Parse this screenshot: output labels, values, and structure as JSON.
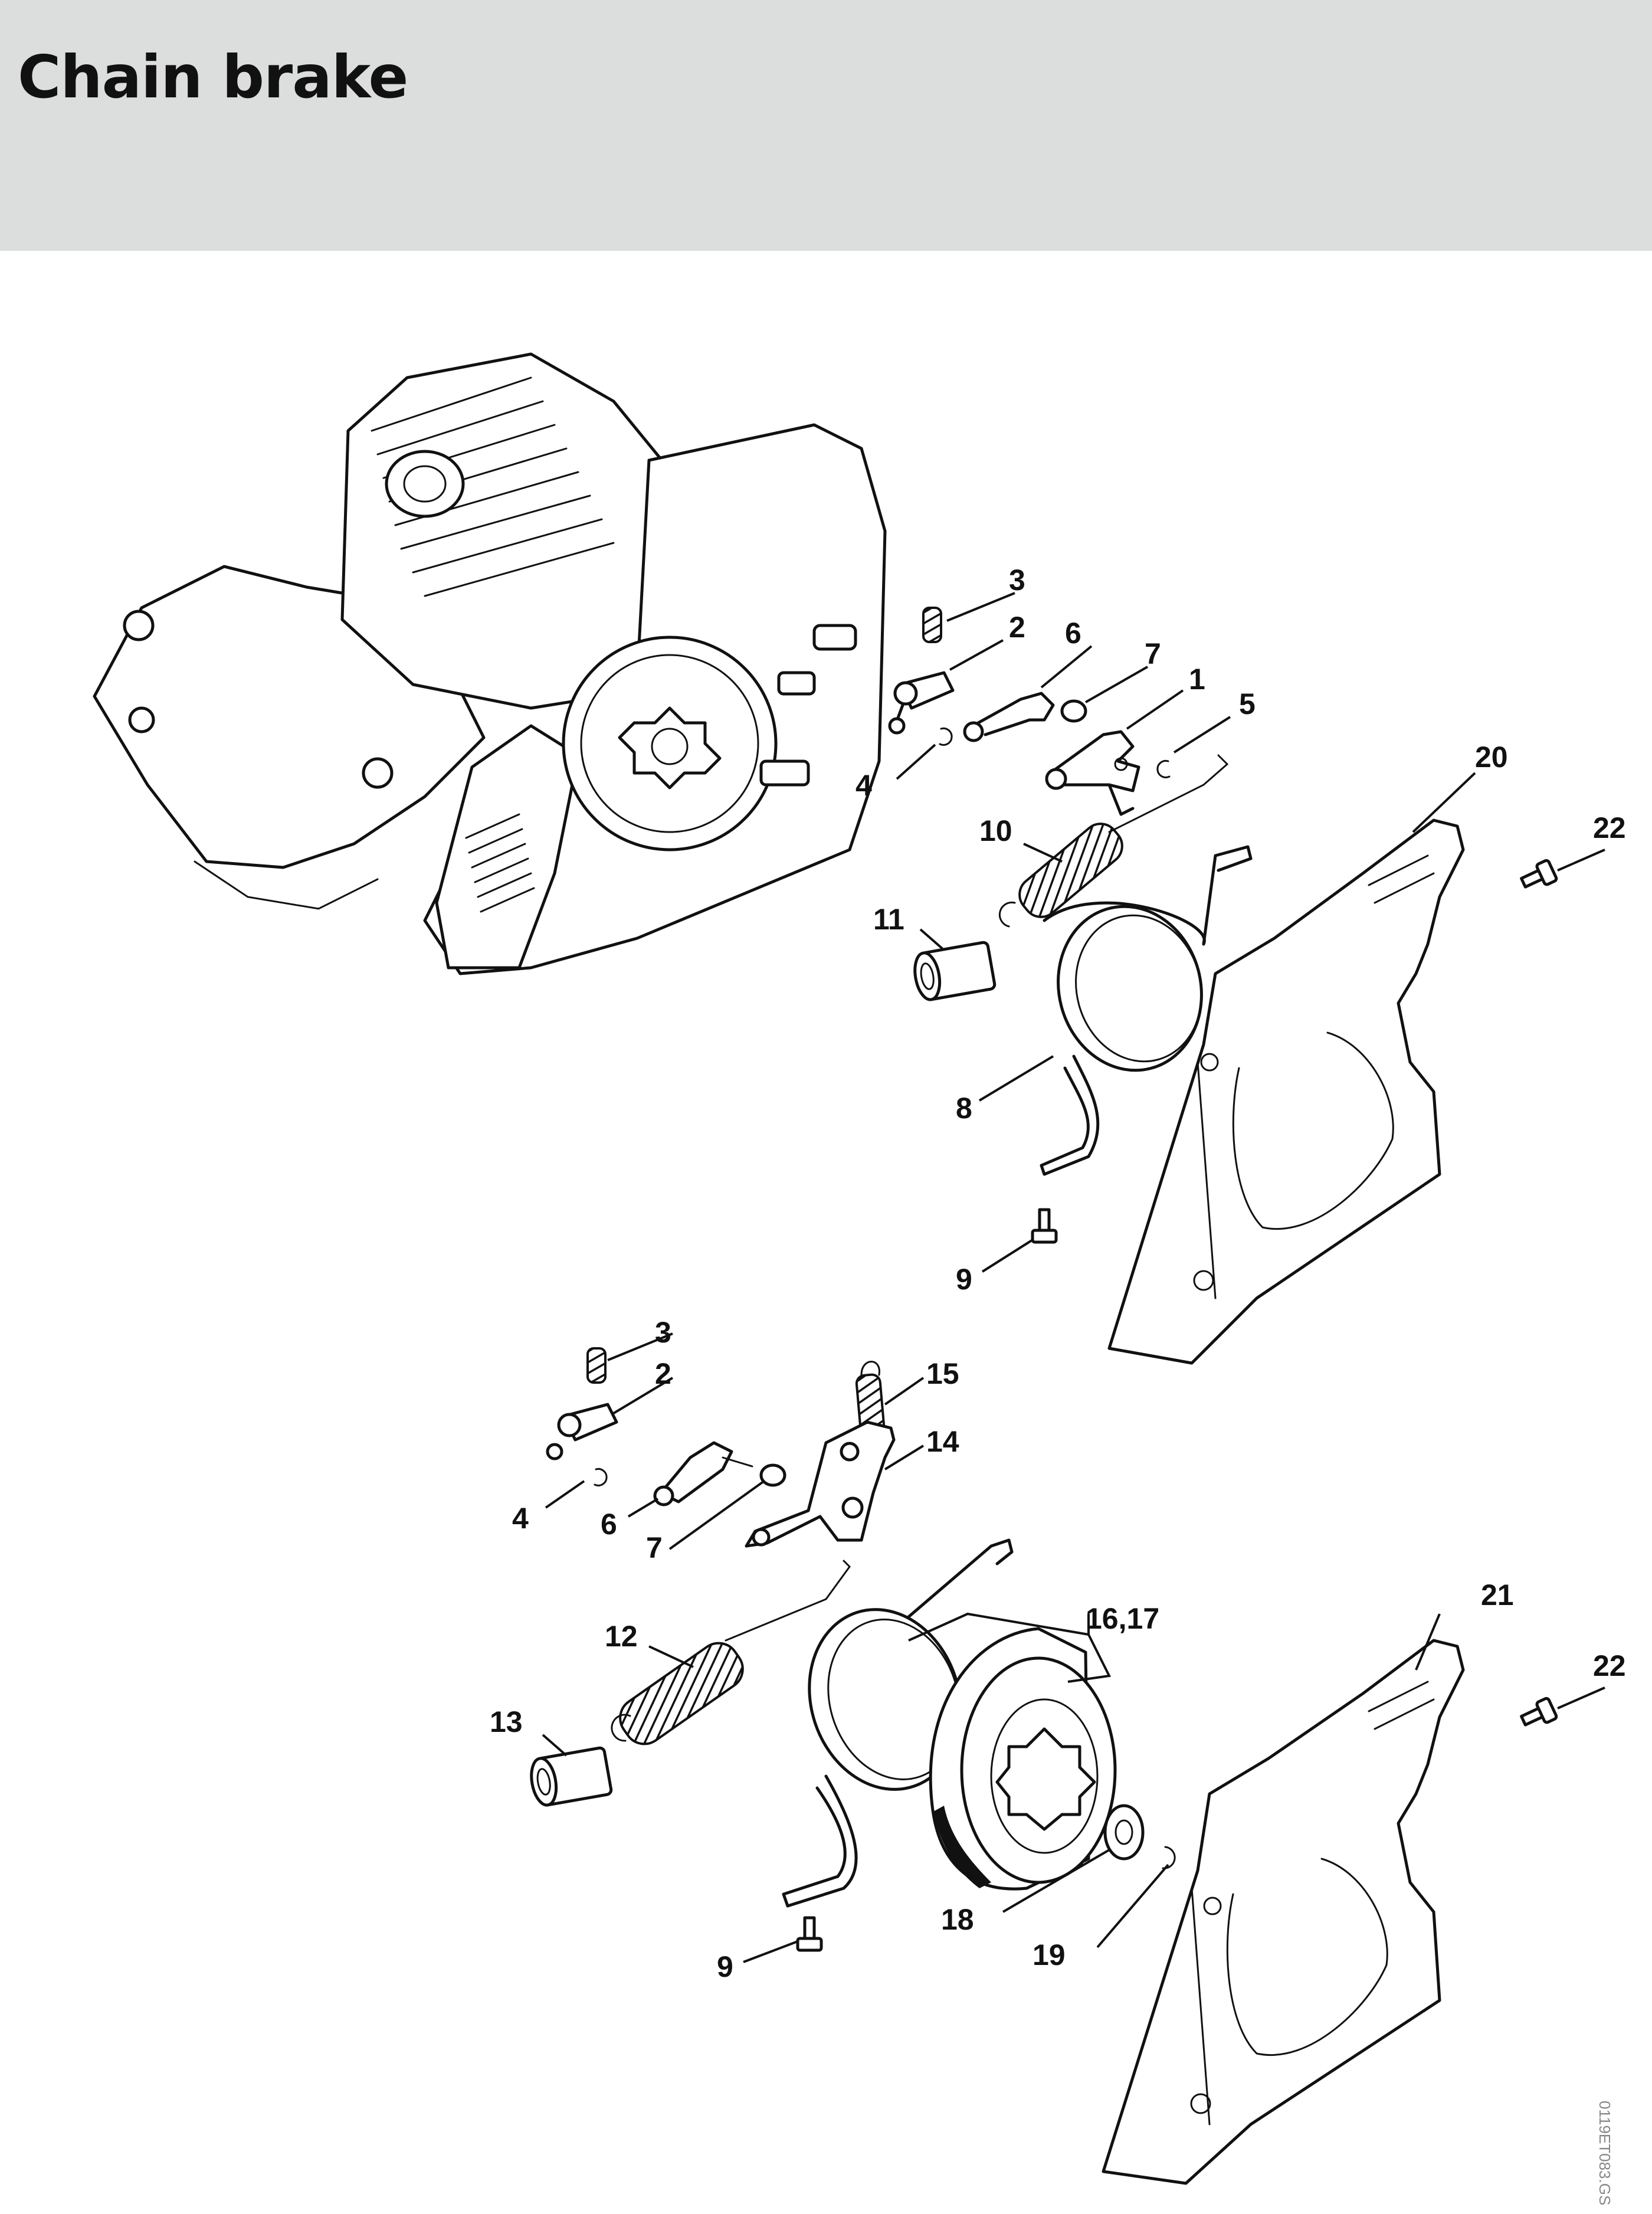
{
  "page": {
    "title": "Chain brake"
  },
  "figure_code": "0119ET083.GS",
  "callouts": {
    "top": [
      "3",
      "2",
      "6",
      "7",
      "1",
      "5",
      "4",
      "20",
      "22",
      "10",
      "11",
      "8",
      "9"
    ],
    "bottom": [
      "3",
      "2",
      "15",
      "14",
      "4",
      "6",
      "7",
      "16,17",
      "21",
      "22",
      "12",
      "13",
      "18",
      "19",
      "9"
    ]
  },
  "colors": {
    "header_background": "#dcdddd",
    "line_art": "#111111"
  }
}
